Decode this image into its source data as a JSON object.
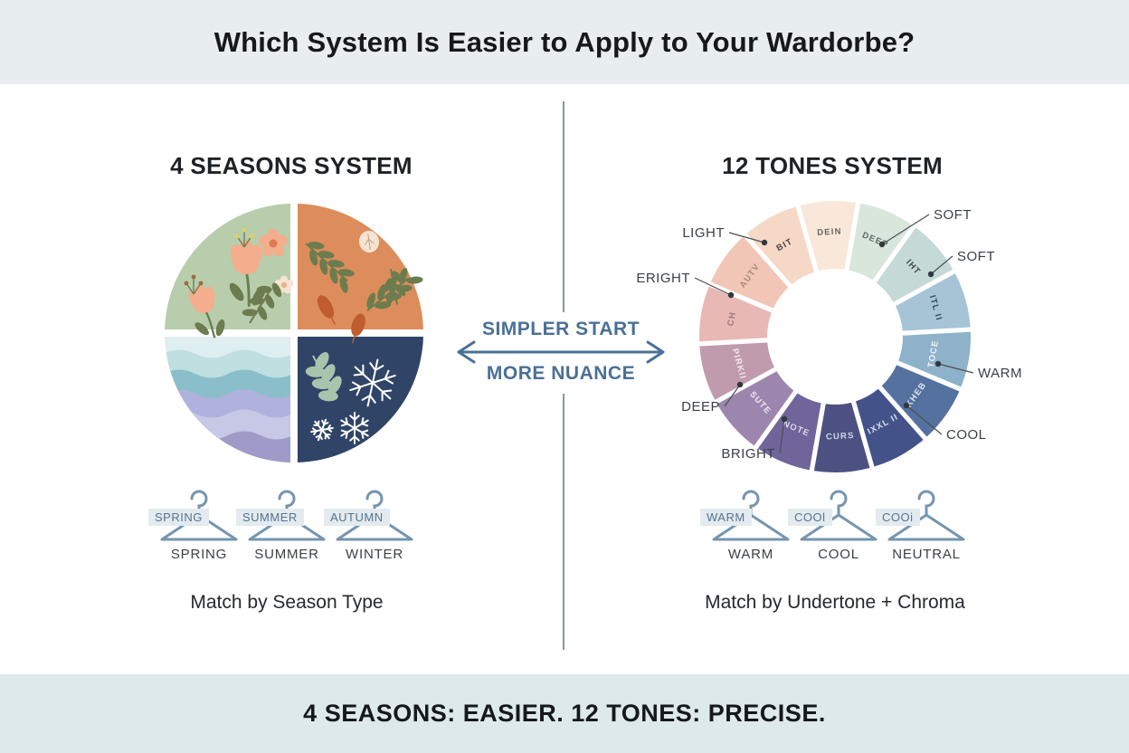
{
  "header": {
    "title": "Which System Is Easier to Apply to Your Wardorbe?",
    "background": "#e8eef0"
  },
  "footer": {
    "text": "4 SEASONS: EASIER. 12 TONES: PRECISE.",
    "background": "#dee9ec"
  },
  "center": {
    "top_label": "SIMPLER START",
    "bottom_label": "MORE NUANCE",
    "accent": "#4a7095"
  },
  "left_panel": {
    "heading": "4 SEASONS SYSTEM",
    "caption": "Match by Season Type",
    "pie": {
      "quadrants": [
        {
          "name": "spring",
          "color": "#b7cdac"
        },
        {
          "name": "autumn",
          "color": "#dd8d5b"
        },
        {
          "name": "summer",
          "wave_colors": [
            "#dfeef0",
            "#bfdfe0",
            "#8abeca",
            "#aeb2dc",
            "#c7c7e6",
            "#9e9bc9"
          ]
        },
        {
          "name": "winter",
          "color": "#2f4467"
        }
      ],
      "motif_colors": {
        "tulip": "#f4ad8d",
        "olive": "#6d7c4e",
        "rust": "#c05c2e",
        "cream": "#f5e3d3",
        "sage": "#a9c4ac",
        "snow": "#ffffff",
        "flower_center": "#e07a4f",
        "bud": "#e3cf5e"
      }
    },
    "hangers": [
      {
        "tag": "SPRING",
        "label": "SPRING"
      },
      {
        "tag": "SUMMER",
        "label": "SUMMER"
      },
      {
        "tag": "AUTUMN",
        "label": "WINTER"
      }
    ]
  },
  "right_panel": {
    "heading": "12 TONES SYSTEM",
    "caption": "Match by Undertone + Chroma",
    "wheel": {
      "segments": [
        {
          "text": "CH",
          "color": "#e8b8b5",
          "text_color": "#9b7878",
          "callout": null
        },
        {
          "text": "AUTV",
          "color": "#f2c6b6",
          "text_color": "#a8887a",
          "callout": "ERIGHT"
        },
        {
          "text": "BIT",
          "color": "#f6d8c6",
          "text_color": "#4a4642",
          "callout": "LIGHT"
        },
        {
          "text": "DEIN",
          "color": "#f9e8da",
          "text_color": "#6b635c",
          "callout": null
        },
        {
          "text": "DEEP",
          "color": "#d9e6dc",
          "text_color": "#5c6b62",
          "callout": null
        },
        {
          "text": "IHT",
          "color": "#c5d9d6",
          "text_color": "#3f4a49",
          "callout": "SOFT"
        },
        {
          "text": "ITL II",
          "color": "#a6c4d6",
          "text_color": "#37475a",
          "callout": "SOFT"
        },
        {
          "text": "TOCE",
          "color": "#8fb2cb",
          "text_color": "#eef4f8",
          "callout": null
        },
        {
          "text": "KHEB",
          "color": "#54719f",
          "text_color": "#dfe8f1",
          "callout": "WARM"
        },
        {
          "text": "IXXL II",
          "color": "#43538a",
          "text_color": "#d8deeb",
          "callout": "COOL"
        },
        {
          "text": "CURS",
          "color": "#4d5181",
          "text_color": "#d3d7e8",
          "callout": null
        },
        {
          "text": "NOTE",
          "color": "#6f659a",
          "text_color": "#dcd8ea",
          "callout": null
        },
        {
          "text": "SUTE",
          "color": "#9d86ae",
          "text_color": "#efe8f2",
          "callout": "BRIGHT"
        },
        {
          "text": "PIRKII",
          "color": "#c09bae",
          "text_color": "#f2e9ee",
          "callout": "DEEP"
        }
      ]
    },
    "hangers": [
      {
        "tag": "WARM",
        "label": "WARM"
      },
      {
        "tag": "COOl",
        "label": "COOL"
      },
      {
        "tag": "COOi",
        "label": "NEUTRAL"
      }
    ]
  },
  "styles": {
    "hanger_color": "#7595ae",
    "tag_bg": "#e3ebf0",
    "tag_text": "#54748f",
    "divider_color": "#7e98ac",
    "callout_text": "#3a3f45",
    "callout_line": "#4a4f55"
  }
}
